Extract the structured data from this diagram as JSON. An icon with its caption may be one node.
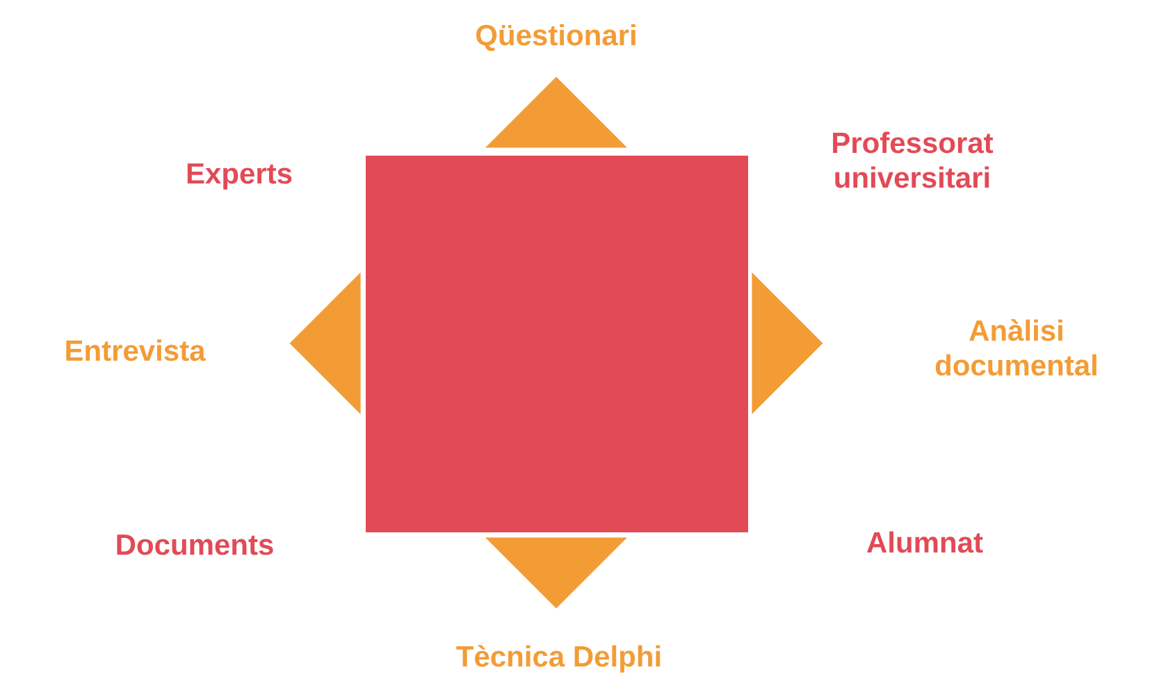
{
  "diagram": {
    "nodes": [
      {
        "text": [],
        "shape": "triangle"
      },
      {
        "text": [],
        "shape": "box"
      },
      {
        "text": [],
        "shape": "triangle"
      },
      {
        "text": [],
        "shape": "triangle"
      },
      {
        "text": [],
        "shape": "triangle"
      }
    ],
    "labels": [
      "Qüestionari",
      "Professorat universitari",
      "Experts",
      "Entrevista",
      "Anàlisi documental",
      "Documents",
      "Alumnat",
      "Tècnica Delphi"
    ]
  }
}
